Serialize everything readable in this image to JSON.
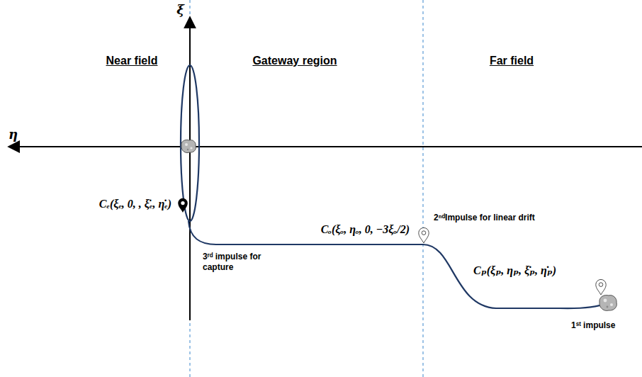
{
  "diagram": {
    "labels": [
      "ξ",
      "η",
      "Near field",
      "Gateway region",
      "Far field",
      "Cₑ(ξₑ, 0, , ξ̇ₑ, η̇ₑ)",
      "3ʳᵈ impulse for capture",
      "Cₒ(ξₒ, ηₒ, 0, −3ξₒ/2)",
      "2ⁿᵈImpulse for linear drift",
      "Cₚ(ξₚ, ηₚ, ξ̇ₚ, η̇ₚ)",
      "1ˢᵗ impulse"
    ]
  }
}
